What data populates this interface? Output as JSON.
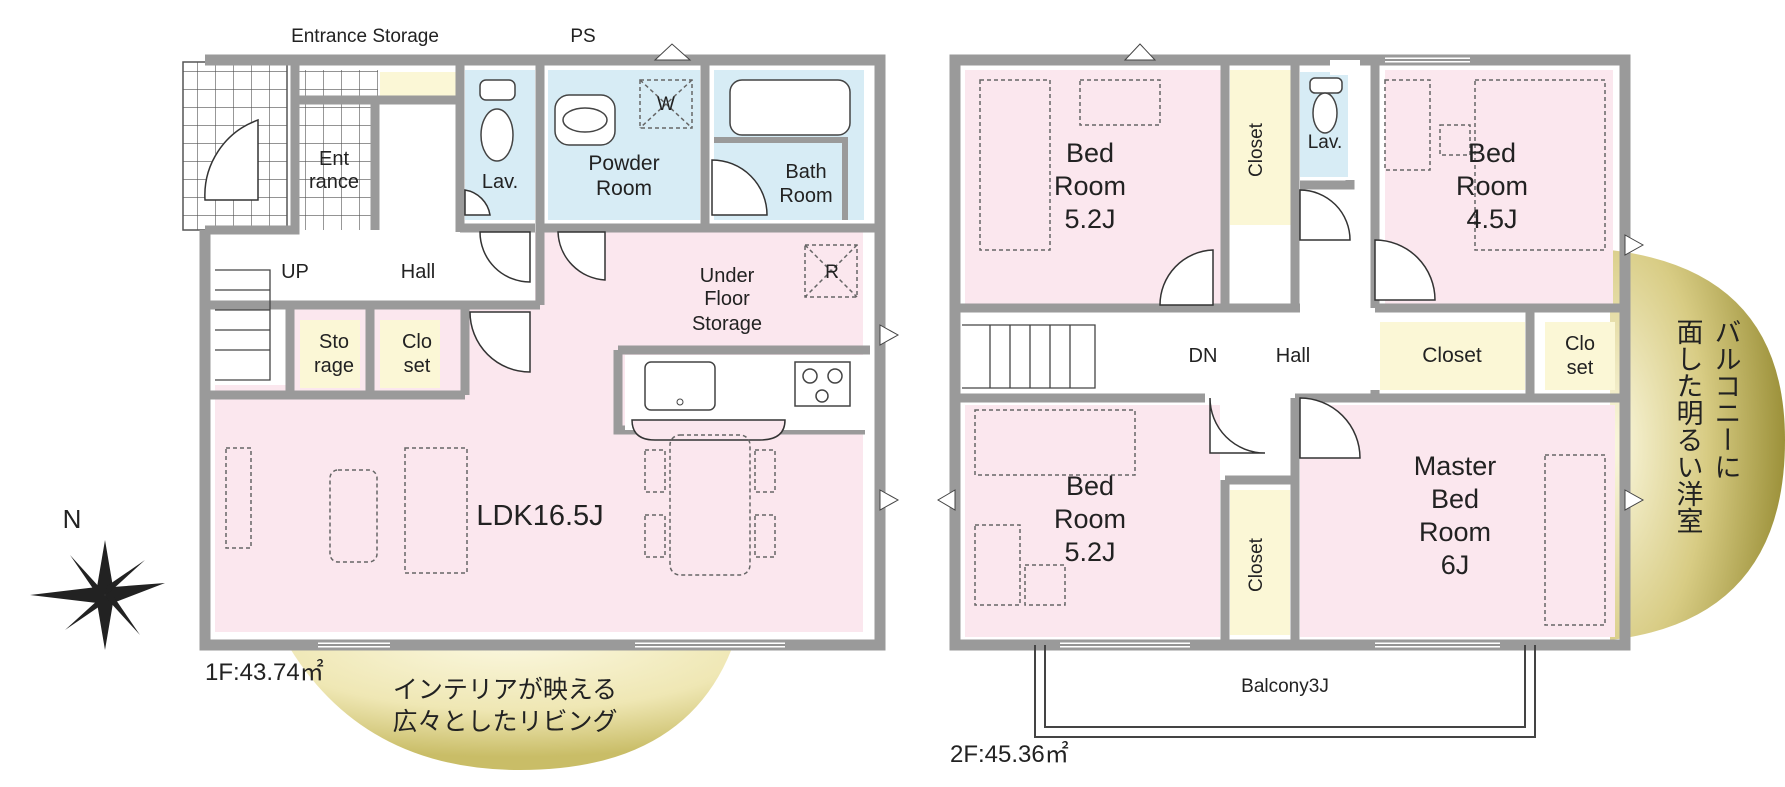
{
  "floor1": {
    "area_label": "1F:43.74㎡",
    "rooms": {
      "entrance_storage": "Entrance Storage",
      "ps": "PS",
      "entrance": [
        "Ent",
        "rance"
      ],
      "lav": "Lav.",
      "powder_room": [
        "Powder",
        "Room"
      ],
      "washer": "W",
      "bath": [
        "Bath",
        "Room"
      ],
      "up": "UP",
      "hall": "Hall",
      "under_floor": [
        "Under",
        "Floor",
        "Storage"
      ],
      "fridge": "R",
      "storage": [
        "Sto",
        "rage"
      ],
      "closet": [
        "Clo",
        "set"
      ],
      "ldk": "LDK16.5J"
    },
    "callout": [
      "インテリアが映える",
      "広々としたリビング"
    ]
  },
  "floor2": {
    "area_label": "2F:45.36㎡",
    "rooms": {
      "bed_nw": [
        "Bed",
        "Room",
        "5.2J"
      ],
      "closet_nw": "Closet",
      "lav": "Lav.",
      "bed_ne": [
        "Bed",
        "Room",
        "4.5J"
      ],
      "dn": "DN",
      "hall": "Hall",
      "closet_mid": "Closet",
      "closet_small": [
        "Clo",
        "set"
      ],
      "bed_sw": [
        "Bed",
        "Room",
        "5.2J"
      ],
      "closet_sw": "Closet",
      "master": [
        "Master",
        "Bed",
        "Room",
        "6J"
      ],
      "balcony": "Balcony3J"
    },
    "callout": [
      "バルコニーに",
      "面した明るい洋室"
    ]
  },
  "compass": {
    "north_label": "N"
  },
  "colors": {
    "wall": "#9a9a9a",
    "room_pink": "#fbe7ee",
    "wet_blue": "#d7ecf5",
    "storage_yellow": "#fbf7d6",
    "callout_gold_light": "#f4efc5",
    "callout_gold_dark": "#a59a3d"
  }
}
